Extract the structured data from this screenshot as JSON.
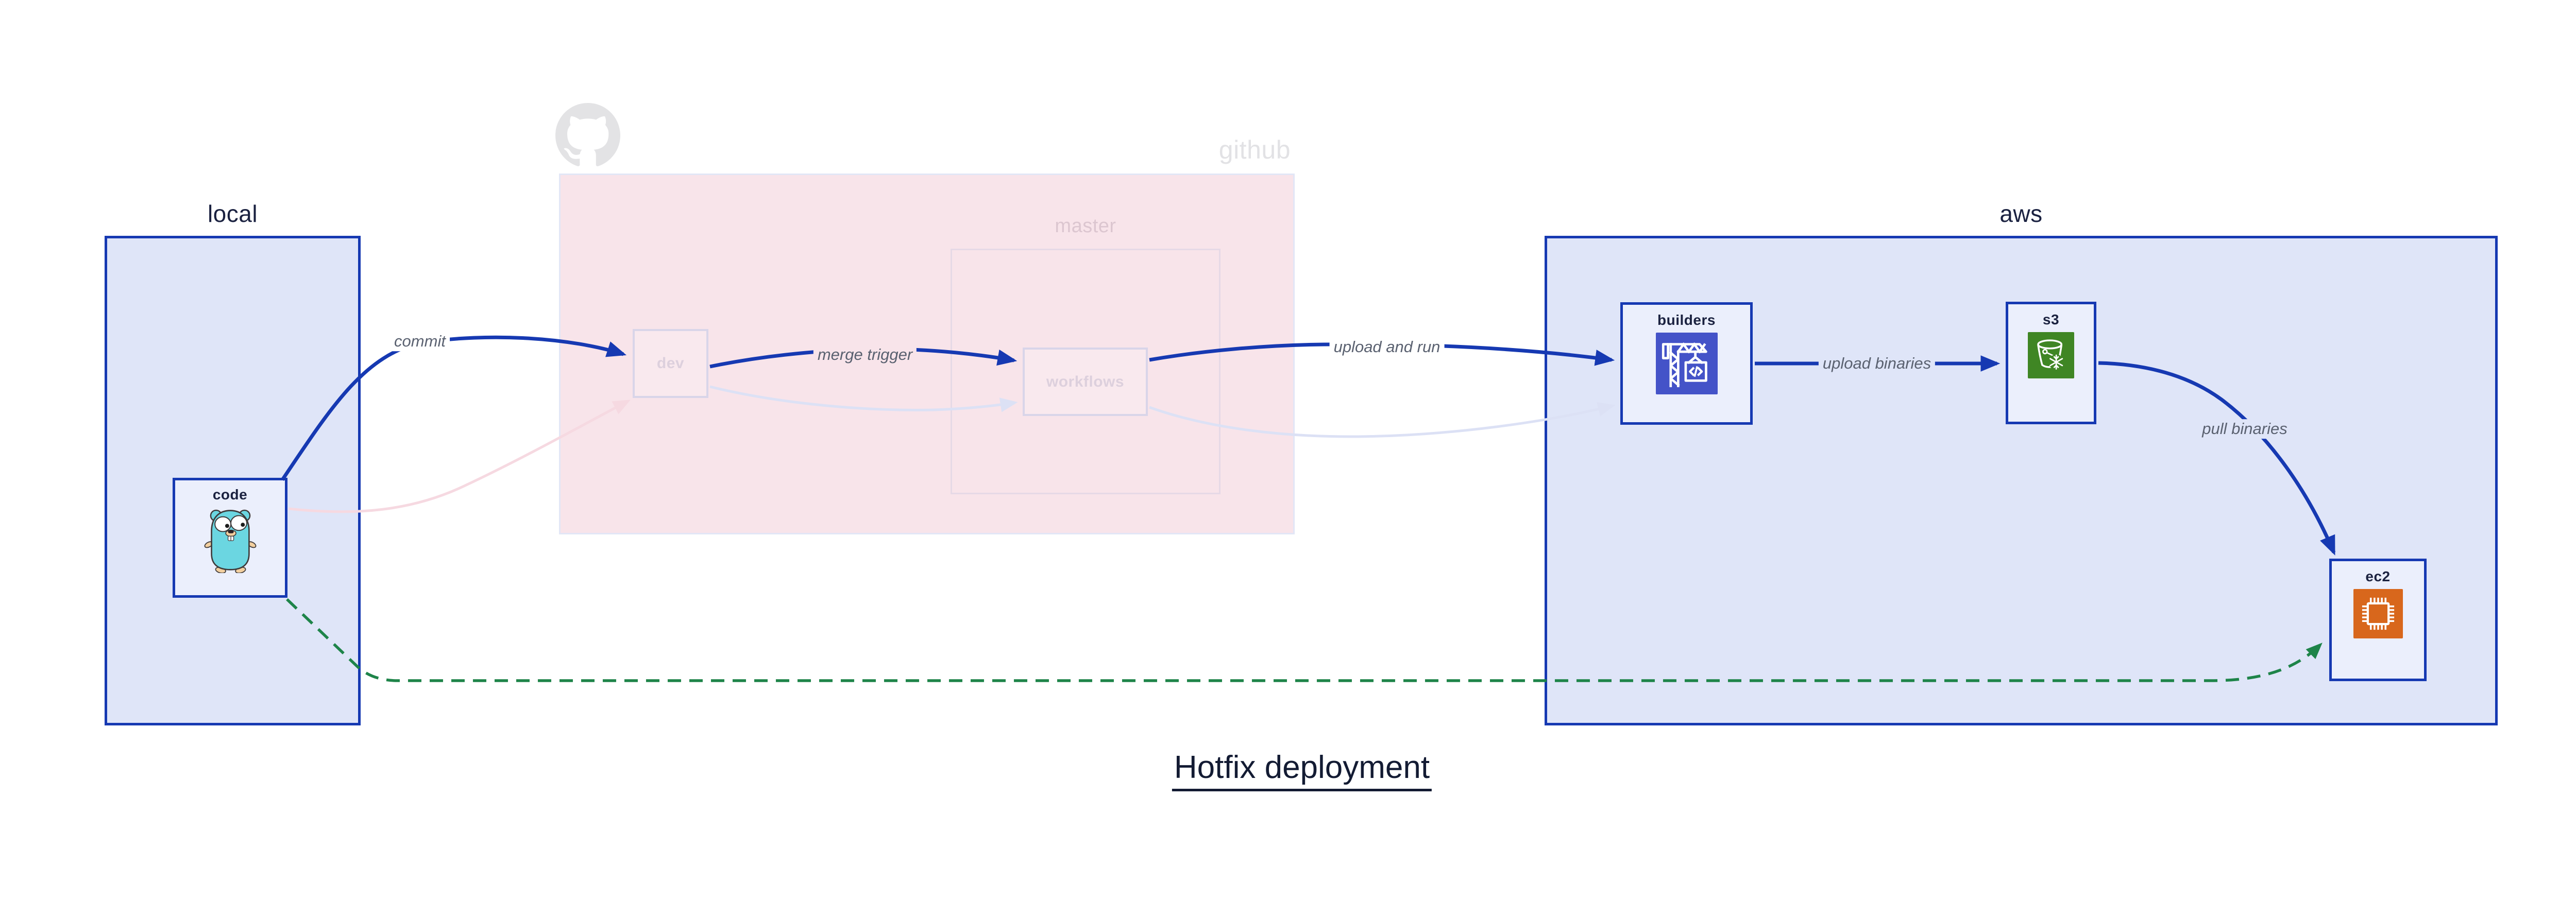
{
  "diagram": {
    "title": "Hotfix deployment"
  },
  "groups": {
    "local": {
      "label": "local"
    },
    "github": {
      "label": "github",
      "logo_icon": "github-octocat-mark",
      "master": {
        "label": "master"
      }
    },
    "aws": {
      "label": "aws"
    }
  },
  "nodes": {
    "code": {
      "label": "code",
      "icon": "go-gopher-icon"
    },
    "dev": {
      "label": "dev"
    },
    "workflows": {
      "label": "workflows"
    },
    "builders": {
      "label": "builders",
      "icon": "codebuild-crane-icon"
    },
    "s3": {
      "label": "s3",
      "icon": "s3-bucket-snowflake-icon"
    },
    "ec2": {
      "label": "ec2",
      "icon": "ec2-chip-icon"
    }
  },
  "edges": {
    "commit": {
      "label": "commit",
      "from": "code",
      "to": "dev",
      "style": "solid-blue"
    },
    "merge_trigger": {
      "label": "merge trigger",
      "from": "dev",
      "to": "workflows",
      "style": "solid-blue"
    },
    "upload_and_run": {
      "label": "upload and run",
      "from": "workflows",
      "to": "builders",
      "style": "solid-blue"
    },
    "upload_binaries": {
      "label": "upload binaries",
      "from": "builders",
      "to": "s3",
      "style": "solid-blue"
    },
    "pull_binaries": {
      "label": "pull binaries",
      "from": "s3",
      "to": "ec2",
      "style": "solid-blue"
    },
    "hotfix_path": {
      "from": "code",
      "to": "ec2",
      "style": "dashed-green"
    },
    "code_to_dev_faded": {
      "from": "code",
      "to": "dev",
      "style": "faded-pink"
    },
    "dev_to_workflows_faded": {
      "from": "dev",
      "to": "workflows",
      "style": "faded-lavender"
    },
    "workflows_to_builders_faded": {
      "from": "workflows",
      "to": "builders",
      "style": "faded-lavender"
    }
  },
  "colors": {
    "accent_blue": "#1639b2",
    "hotfix_green": "#1e8449",
    "group_fill_blue": "#dfe5f8",
    "node_fill_light": "#ebeffc",
    "github_fill_pink": "#f8e4ea",
    "faded_lavender": "#dce1f5",
    "faded_pink": "#f6d9e1",
    "edge_label_gray": "#5a6170",
    "title_navy": "#131b33",
    "codebuild_indigo": "#4453c8",
    "s3_green": "#3f8624",
    "ec2_orange": "#d8671c",
    "gopher_teal": "#6bd6e1",
    "octocat_gray": "#e3e3e5"
  }
}
